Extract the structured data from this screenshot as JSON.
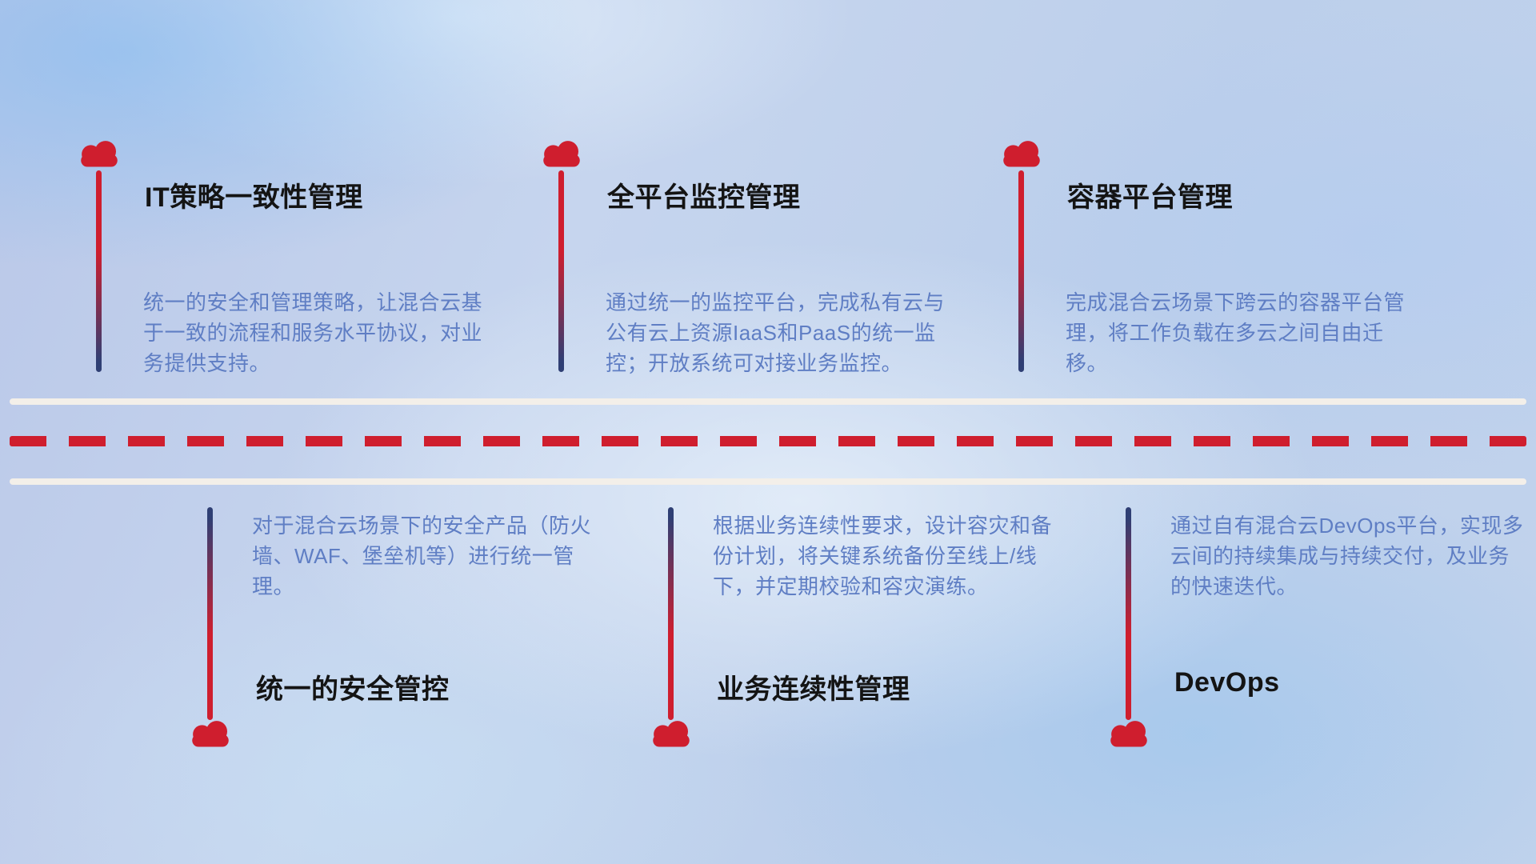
{
  "colors": {
    "cloud_red": "#cf1e2e",
    "line_navy": "#2f3f74",
    "title_text": "#141414",
    "body_text": "#5f7ec4",
    "road_white": "#f3efe9",
    "road_dash_red": "#cf1e2e"
  },
  "top_items": [
    {
      "title": "IT策略一致性管理",
      "desc": "统一的安全和管理策略，让混合云基于一致的流程和服务水平协议，对业务提供支持。"
    },
    {
      "title": "全平台监控管理",
      "desc": "通过统一的监控平台，完成私有云与公有云上资源IaaS和PaaS的统一监控；开放系统可对接业务监控。"
    },
    {
      "title": "容器平台管理",
      "desc": "完成混合云场景下跨云的容器平台管理，将工作负载在多云之间自由迁移。"
    }
  ],
  "bottom_items": [
    {
      "title": "统一的安全管控",
      "desc": "对于混合云场景下的安全产品（防火墙、WAF、堡垒机等）进行统一管理。"
    },
    {
      "title": "业务连续性管理",
      "desc": "根据业务连续性要求，设计容灾和备份计划，将关键系统备份至线上/线下，并定期校验和容灾演练。"
    },
    {
      "title": "DevOps",
      "desc": "通过自有混合云DevOps平台，实现多云间的持续集成与持续交付，及业务的快速迭代。"
    }
  ]
}
